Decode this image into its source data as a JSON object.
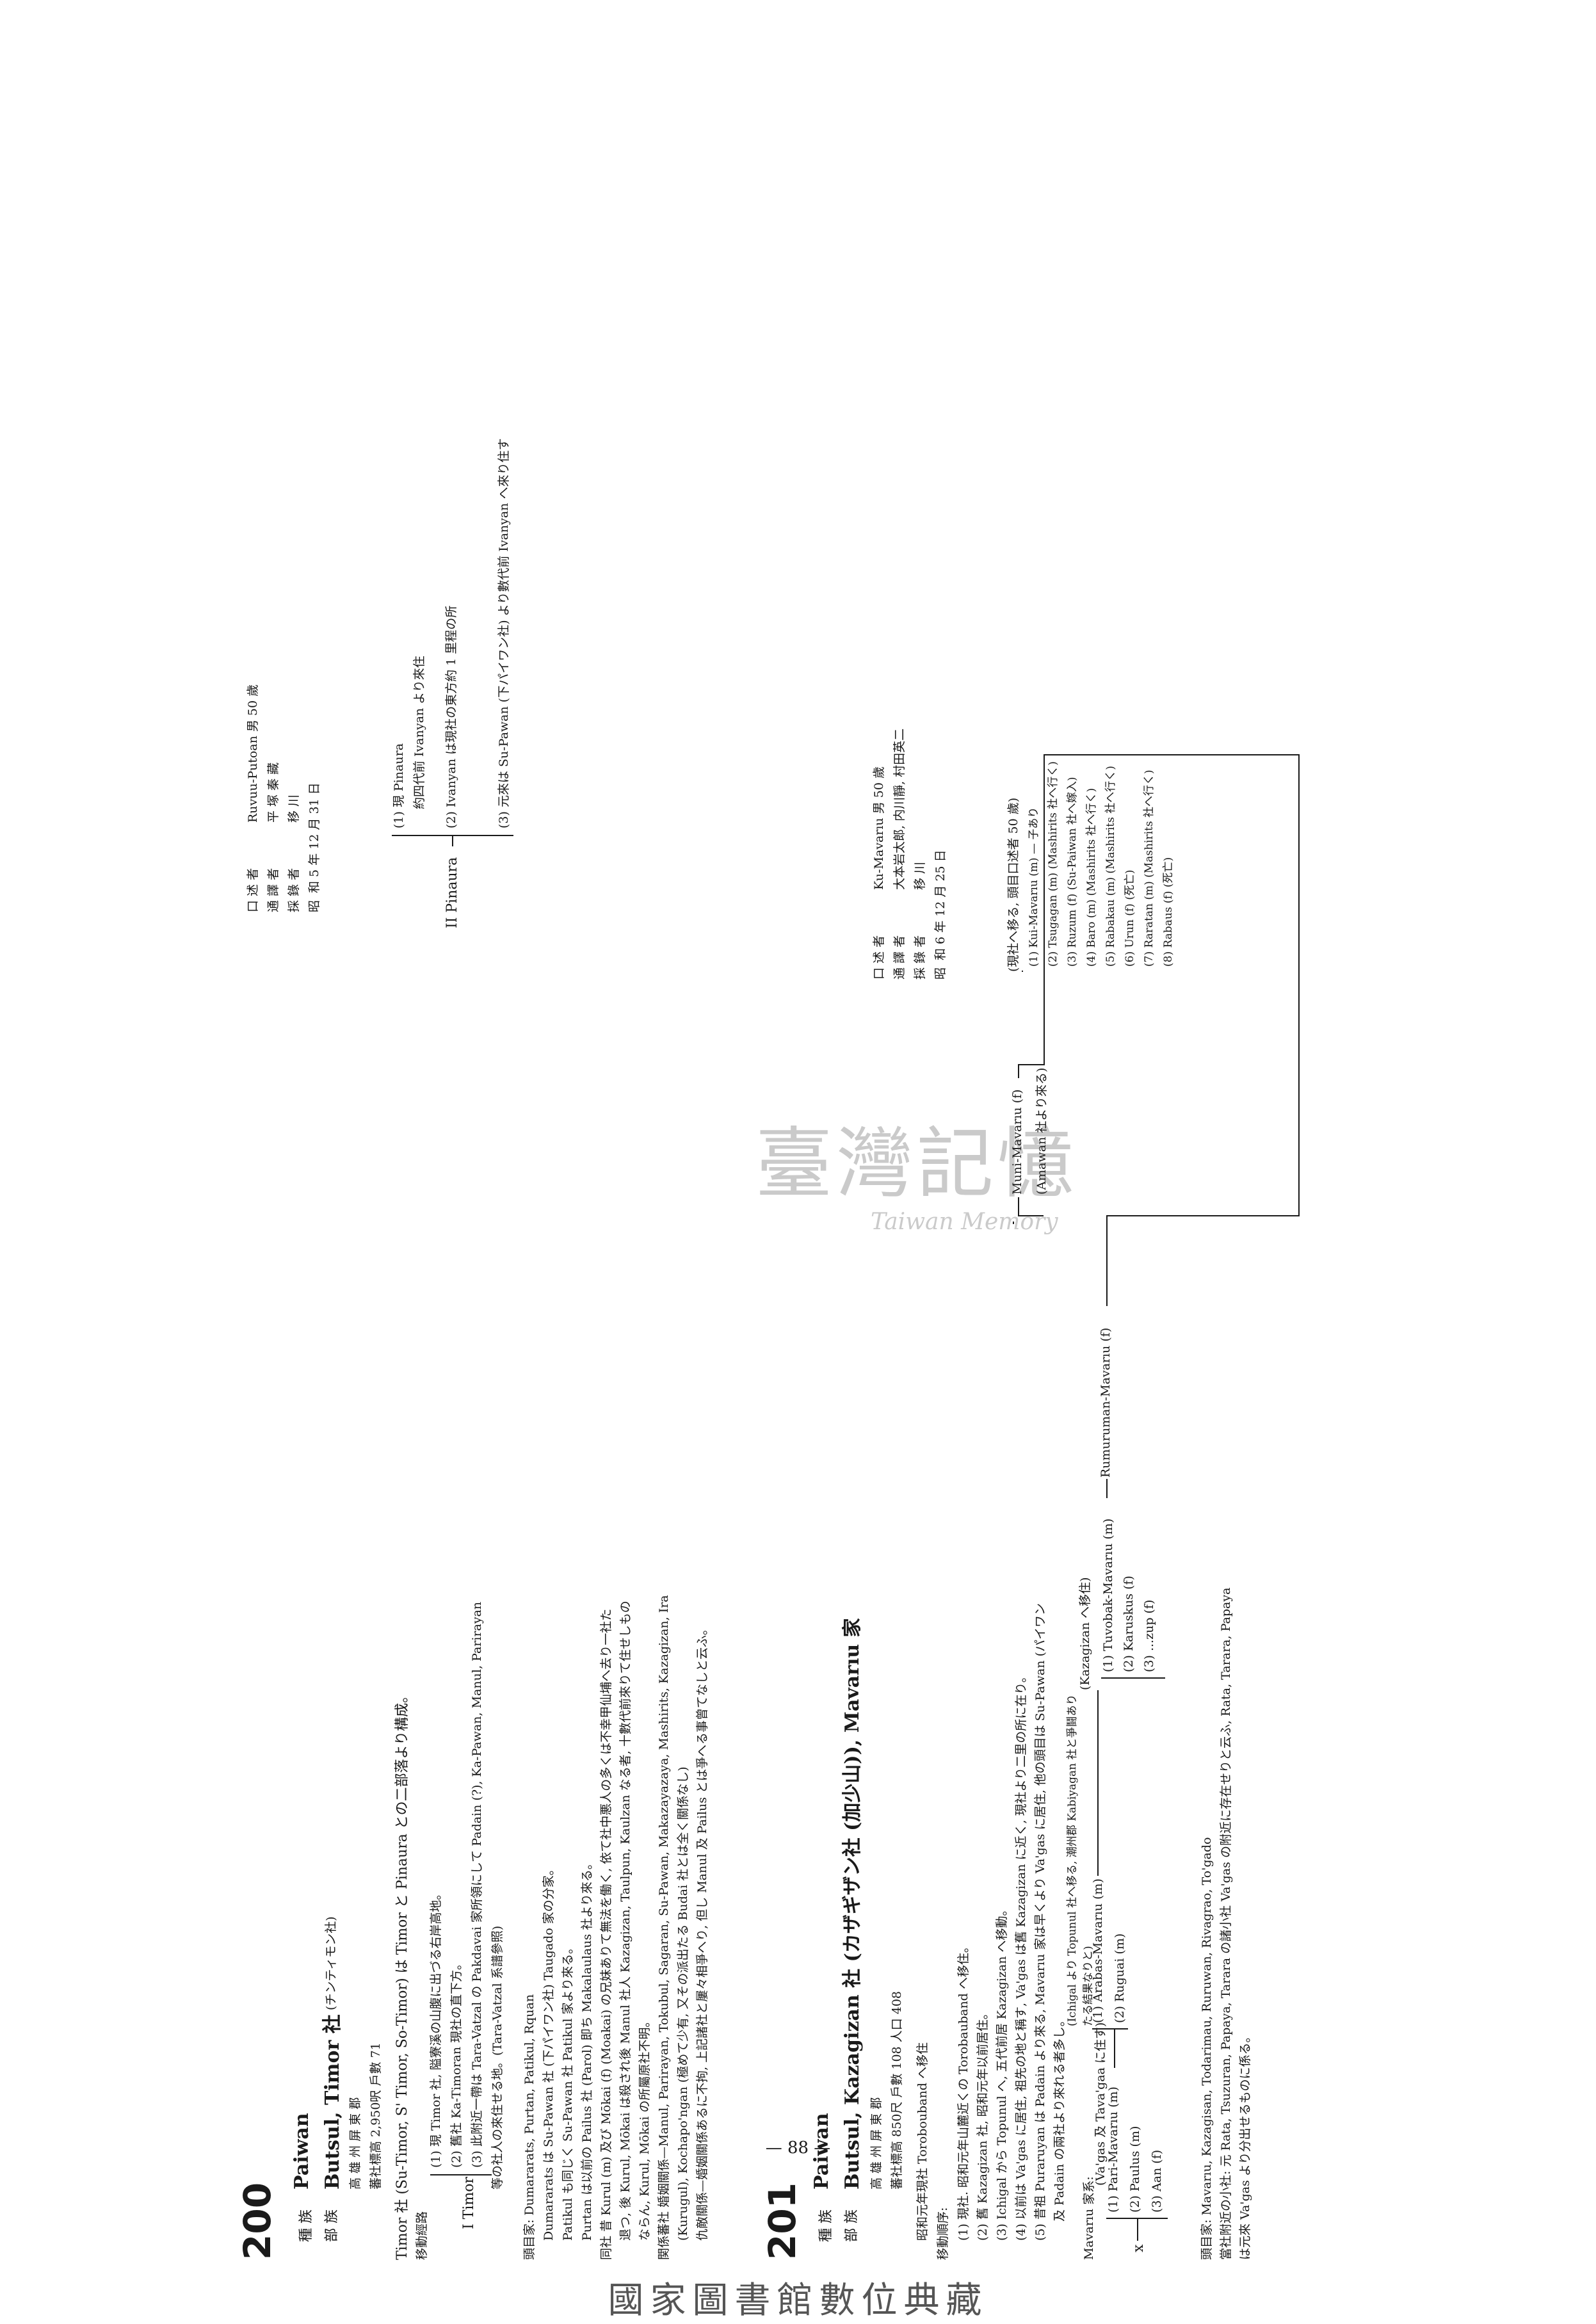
{
  "page_number": "— 88 —",
  "footer": "國家圖書館數位典藏",
  "watermark": {
    "cjk": "臺灣記憶",
    "latin": "Taiwan Memory"
  },
  "entry200": {
    "num": "200",
    "race_label": "種 族",
    "race": "Paiwan",
    "tribe_label": "部 族",
    "tribe": "Butsul, Timor 社",
    "tribe_kana": "(チンティモン社)",
    "prefecture": "高 雄 州 屏 東 郡",
    "altitude": "蕃社標高 2,950呎 戶數 71",
    "desc": "Timor 社 (Su-Timor, S' Timor, So-Timor) は Timor と Pinaura との二部落より構成。",
    "migration_label": "移動經路",
    "route_roman": "I Timor",
    "route_items": [
      "(1) 現 Timor 社, 隘寮溪の山腹に出づる右岸高地。",
      "(2) 舊社 Ka-Timoran 現社の直下方。",
      "(3) 此附近一帶は Tara-Vatzal の Pakdavai 家所領にして Padain (?), Ka-Pawan, Manul, Parirayan",
      "等の社人の來住せる地。(Tara-Vatzal 系譜參照)"
    ],
    "chief_lines": [
      "頭目家: Dumararats, Purtan, Patikul, Rquan",
      "Dumararats は Su-Pawan 社 (下パイワン社) Taugado 家の分家。",
      "Patikul も同じく Su-Pawan 社 Patikul 家より來る。",
      "Purtan は以前の Pailus 社 (Parol) 即ち Makalaulaus 社より來る。",
      "同社 昔 Kurul (m) 及び Mōkai (f) (Moakai) の兄妹ありて無法を働く, 依て社中悪人の多くは不幸甲仙埔へ去り一社た",
      "退つ, 後 Kurul, Mōkai は殺され後 Manul 社人 Kazagizan, Taulpun, Kaulzan なる者, 十數代前來りて住せしもの",
      "ならん, Kurul, Mōkai の所屬原社不明。",
      "関係蕃社 婚姻關係—Manul, Parirayan, Tokubul, Sagaran, Su-Pawan, Makazayazaya, Mashirits, Kazagizan, Ira",
      "(Kurugul), Kochapo'ngan (極めて少有, 又その派出たる Budai 社とは全く關係なし)",
      "仇敵關係—婚姻關係あるに不拘, 上記諸社と屢々相爭へり, 但し Manul 及 Pailus とは爭へる事曾てなしと云ふ。"
    ],
    "informant": [
      {
        "label": "口 述 者",
        "value": "Ruvuu-Putoan 男 50 歲"
      },
      {
        "label": "通 譯 者",
        "value": "平 塚 秦 藏"
      },
      {
        "label": "採 錄 者",
        "value": "移 川"
      },
      {
        "label": "昭",
        "value": "和 5 年 12 月 31 日"
      }
    ],
    "pinaura": {
      "roman": "II Pinaura",
      "items": [
        "(1) 現 Pinaura",
        "約四代前 Ivanyan より來住",
        "(2) Ivanyan は現社の東方約 1 里程の所",
        "(3) 元來は Su-Pawan (下パイワン社) より數代前 Ivanyan へ來り住す"
      ]
    }
  },
  "entry201": {
    "num": "201",
    "race_label": "種 族",
    "race": "Paiwan",
    "tribe_label": "部 族",
    "tribe": "Butsul, Kazagizan 社 (カザギザン社 (加少山)), Mavarıu 家",
    "prefecture": "高 雄 州 屏 東 郡",
    "altitude": "蕃社標高 850尺 戶數 108 人口 408",
    "note": "昭和元年現社 Torobouband へ移住",
    "migration_label": "移動順序:",
    "steps": [
      "(1) 現社. 昭和元年山麓近くの Torobauband へ移住。",
      "(2) 舊 Kazagizan 社, 昭和元年以前居住。",
      "(3) Ichigal から Topunul へ, 五代前居 Kazagizan へ移動。",
      "(4) 以前は Va'gas に居住, 祖先の地と稱す, Va'gas は舊 Kazagizan に近く, 現社より二里の所に在り。",
      "(5) 昔祖 Puraruyan は Padain より來る, Mavarıu 家は早くより Va'gas に居住, 他の頭目は Su-Pawan (パイワン",
      "及 Padain の兩社より來れる者多し。"
    ],
    "family_label": "Mavarıu 家系:",
    "tree_left": {
      "root": "x",
      "header": "(Va'gas 及 Tava'gaa に住す)",
      "children": [
        "(1) Pari-Mavarıu (m)",
        "(2) Paulus (m)",
        "(3) Aan (f)"
      ],
      "grand": [
        "(1) Arabas-Mavarıu (m)",
        "(2) Ruguai (m)"
      ],
      "note": "(Ichigal より Topunul 社へ移る, 潮州郡 Kabiyagan 社と爭鬪ありたる結果なりと)",
      "gg": [
        "(Kazagizan へ移住)",
        "(1) Tuvobak-Mavarıu (m)",
        "(2) Karuskus (f)",
        "(3) ...zup (f)"
      ]
    },
    "center": "Rumuruman-Mavarıu (f)",
    "chief_lines": [
      "頭目家: Mavarıu, Kazagisan, Todarimau, Ruruwan, Rivagrao, To'gado",
      "當社附近の小社: 元 Rata, Tsuzuran, Papaya, Tarara の諸小社 Va'gas の附近に存在せりと云ふ, Rata, Tarara, Papaya",
      "は元來 Va'gas より分出せるものに係る。"
    ],
    "informant": [
      {
        "label": "口 述 者",
        "value": "Ku-Mavarıu 男 50 歲"
      },
      {
        "label": "通 譯 者",
        "value": "大本岩太郎, 内川靜, 村田英二"
      },
      {
        "label": "採 錄 者",
        "value": "移 川"
      },
      {
        "label": "昭",
        "value": "和 6 年 12 月 25 日"
      }
    ],
    "muni": [
      "Muni-Mavarıu (f)",
      "(Amawan 社より來る)"
    ],
    "children_header": "(現社へ移る, 頭目口述者 50 歲)",
    "children": [
      "(1) Kui-Mavarıu (m) — 子あり",
      "(2) Tsugagan (m) (Mashirits 社へ行く)",
      "(3) Ruzum (f) (Su-Paiwan 社へ嫁入)",
      "(4) Baro (m) (Mashirits 社へ行く)",
      "(5) Rabakau (m) (Mashirits 社へ行く)",
      "(6) Urun (f) (死亡)",
      "(7) Raratan (m) (Mashirits 社へ行く)",
      "(8) Rabaus (f) (死亡)"
    ]
  }
}
